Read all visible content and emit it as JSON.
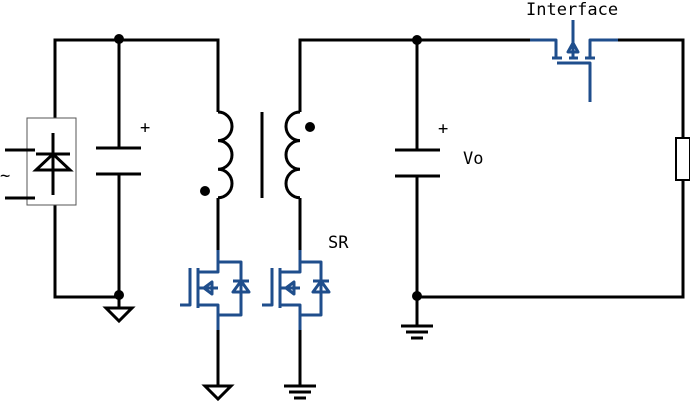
{
  "labels": {
    "interface": "Interface",
    "vo": "Vo",
    "sr": "SR",
    "ac_symbol": "~",
    "input_cap_polarity": "+",
    "output_cap_polarity": "+"
  },
  "colors": {
    "wire": "#000000",
    "mosfet": "#1f4e8c"
  }
}
